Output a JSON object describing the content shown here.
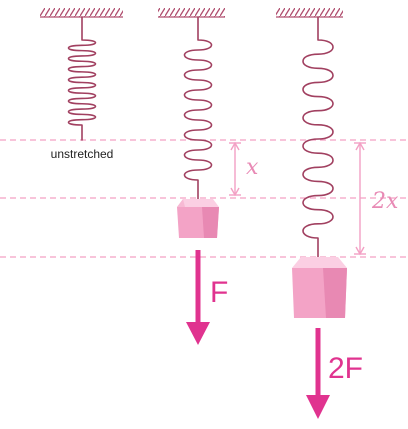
{
  "labels": {
    "unstretched": "unstretched",
    "x": "x",
    "two_x": "2x",
    "force": "F",
    "double_force": "2F"
  },
  "colors": {
    "spring": "#a14060",
    "ceiling": "#b04e6e",
    "guide": "#f3a0c4",
    "arrow": "#e0338f",
    "label_pink": "#e88ab5",
    "weight_top": "#fbcfe3",
    "weight_side": "#f3a3c6",
    "weight_dark": "#e07fab"
  }
}
